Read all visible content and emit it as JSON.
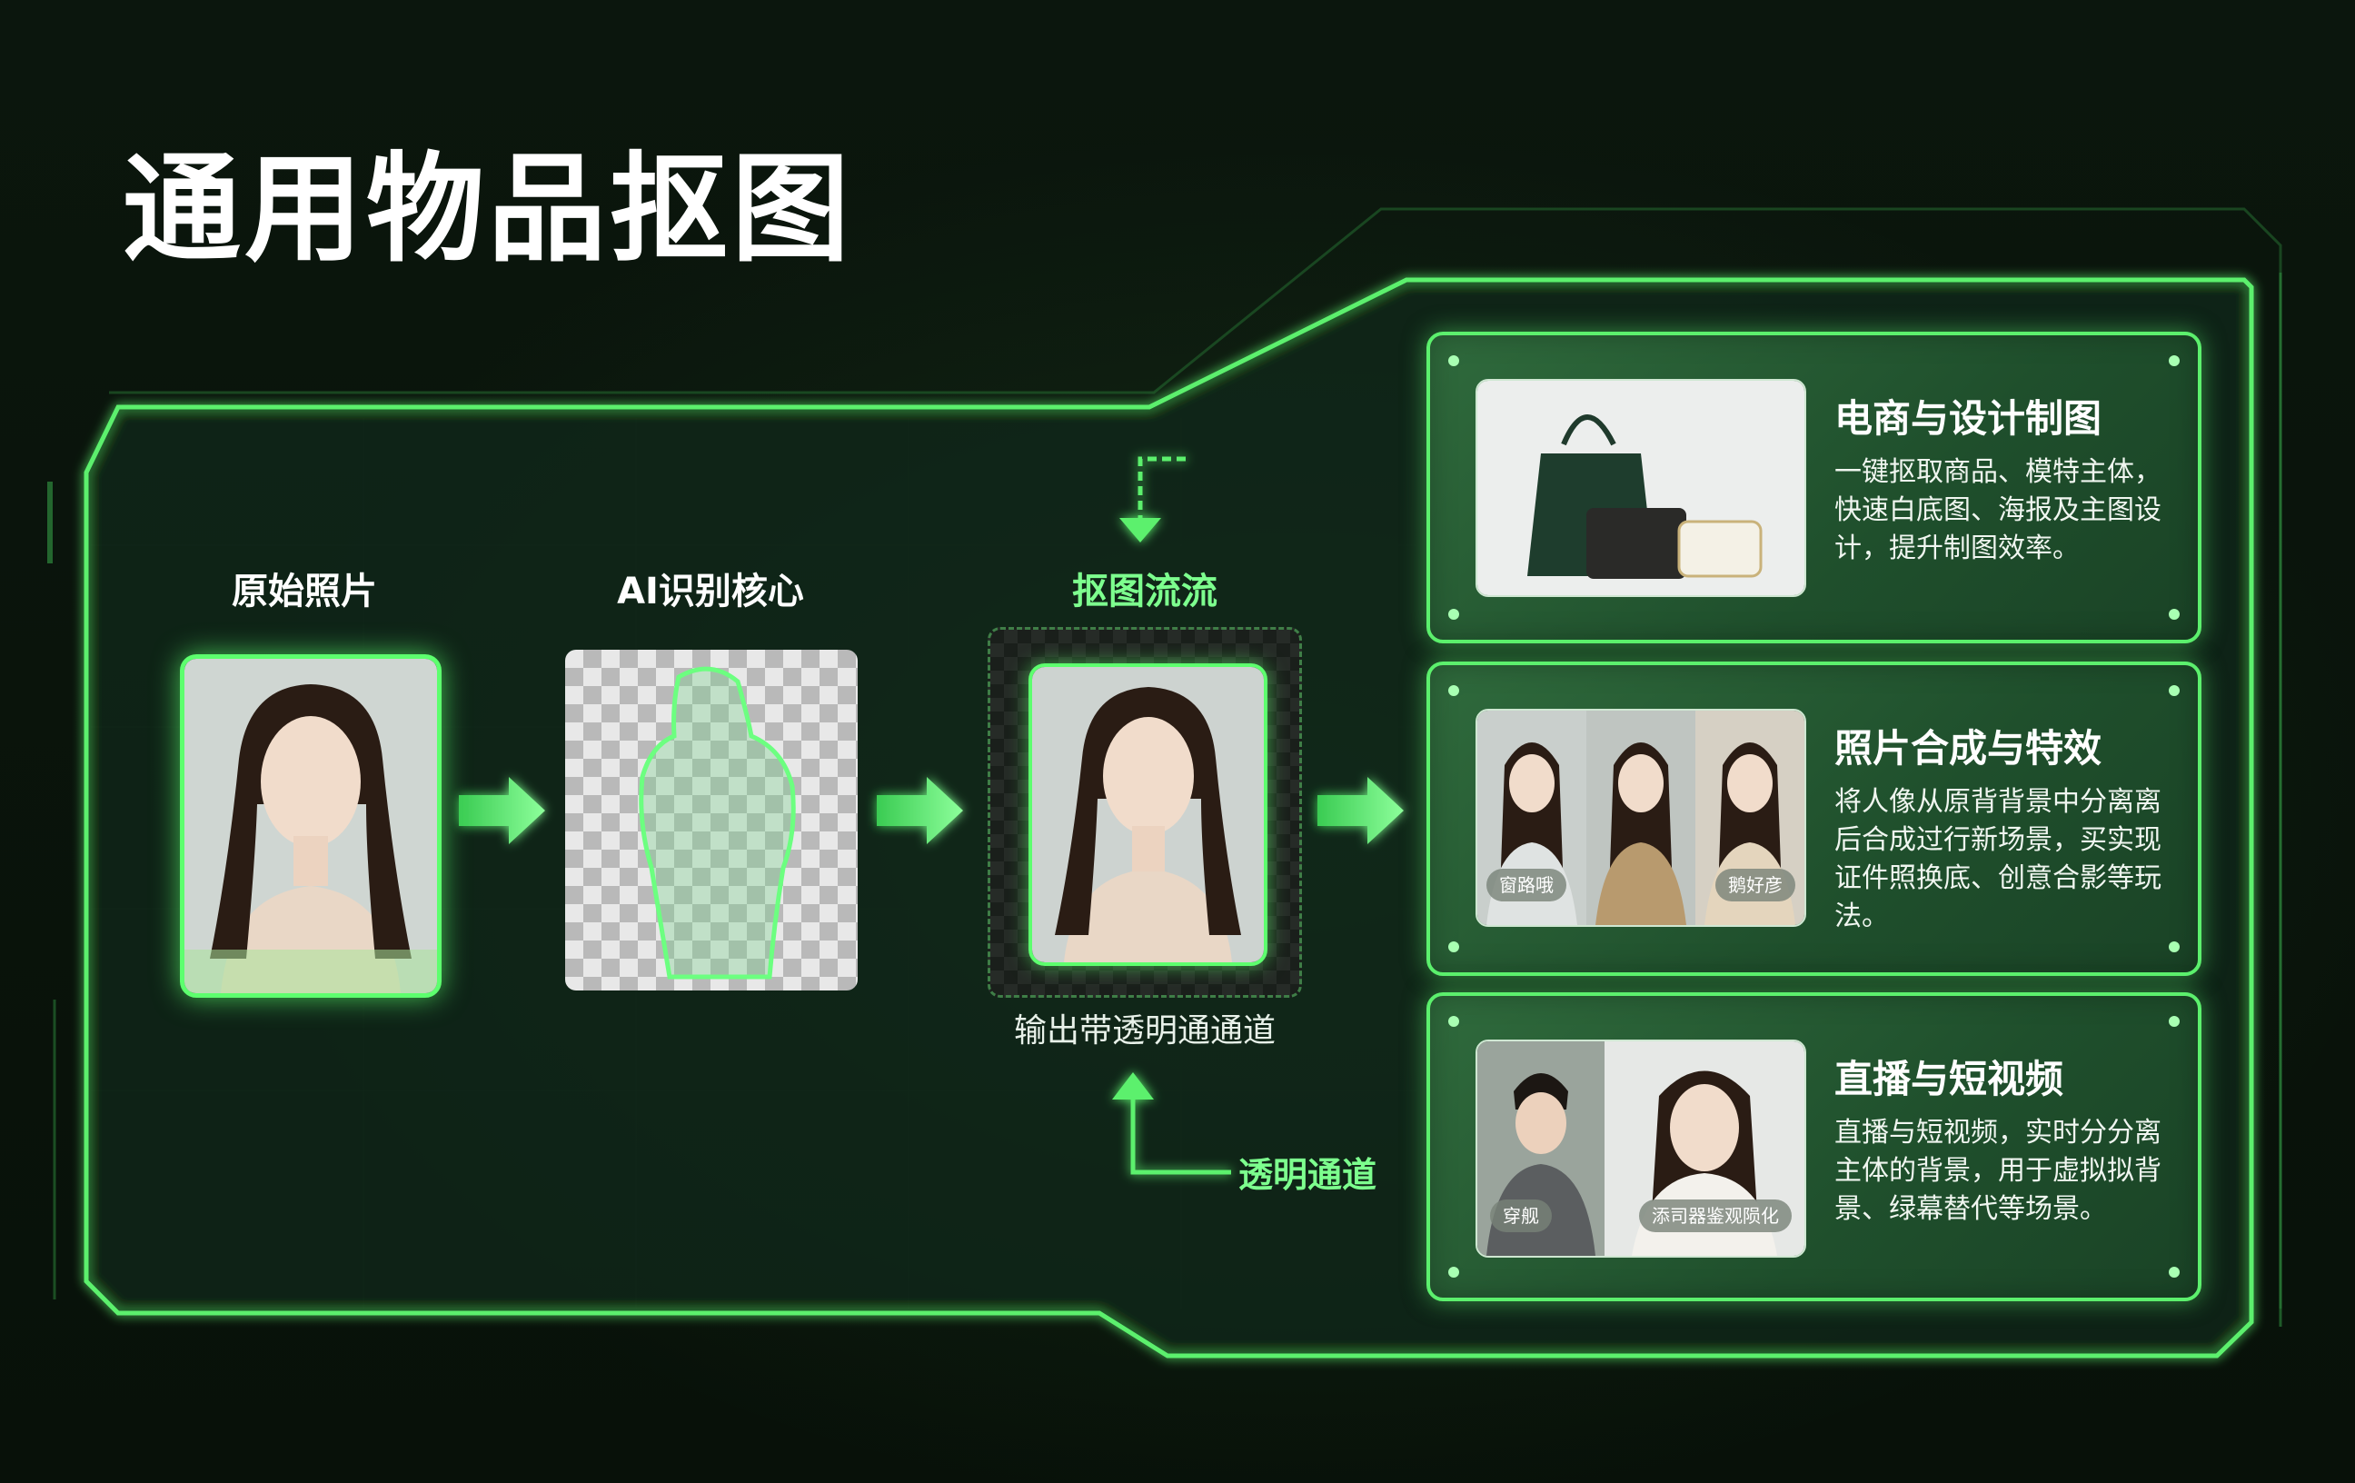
{
  "title": "通用物品抠图",
  "flow": {
    "steps": [
      {
        "label": "原始照片"
      },
      {
        "label": "AI识别核心"
      },
      {
        "label": "抠图流流"
      }
    ],
    "output_caption": "输出带透明通通道",
    "alpha_label": "透明通道"
  },
  "cards": [
    {
      "title": "电商与设计制图",
      "desc": "一键抠取商品、模特主体，快速白底图、海报及主图设计，提升制图效率。"
    },
    {
      "title": "照片合成与特效",
      "desc": "将人像从原背背景中分离离后合成过行新场景，买实现证件照换底、创意合影等玩法。",
      "pills": [
        "窗路哦",
        "鹅好彦"
      ]
    },
    {
      "title": "直播与短视频",
      "desc": "直播与短视频，实时分分离主体的背景，用于虚拟拟背景、绿幕替代等场景。",
      "pills": [
        "穿舰",
        "添司器鉴观陨化"
      ]
    }
  ],
  "colors": {
    "accent": "#5dff6e",
    "label_green": "#7dff8e",
    "card_bg": "#2a5f36",
    "bg": "#081109"
  },
  "icons": [
    "arrow-right-icon",
    "arrow-down-icon",
    "arrow-up-icon"
  ]
}
